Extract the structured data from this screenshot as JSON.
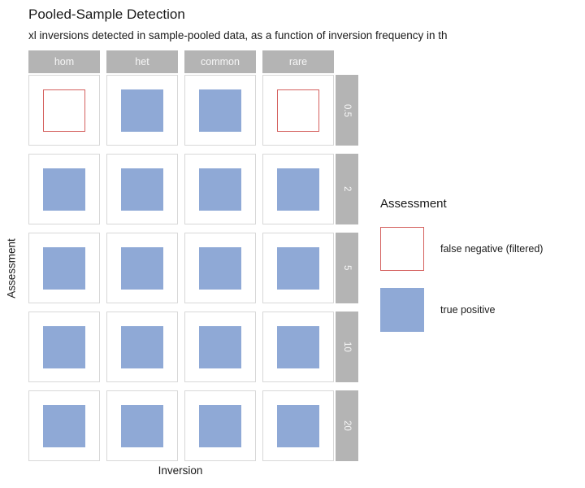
{
  "chart": {
    "title": "Pooled-Sample Detection",
    "subtitle": "xl inversions detected in sample-pooled data, as a function of inversion frequency in th",
    "xlabel": "Inversion",
    "ylabel": "Assessment"
  },
  "chart_data": {
    "type": "heatmap",
    "title": "Pooled-Sample Detection",
    "subtitle": "xl inversions detected in sample-pooled data, as a function of inversion frequency in th",
    "xlabel": "Inversion",
    "ylabel": "Assessment",
    "facet_columns": [
      "hom",
      "het",
      "common",
      "rare"
    ],
    "facet_rows": [
      "0.5",
      "2",
      "5",
      "10",
      "20"
    ],
    "cells": [
      [
        "false_negative",
        "true_positive",
        "true_positive",
        "false_negative"
      ],
      [
        "true_positive",
        "true_positive",
        "true_positive",
        "true_positive"
      ],
      [
        "true_positive",
        "true_positive",
        "true_positive",
        "true_positive"
      ],
      [
        "true_positive",
        "true_positive",
        "true_positive",
        "true_positive"
      ],
      [
        "true_positive",
        "true_positive",
        "true_positive",
        "true_positive"
      ]
    ],
    "legend": {
      "title": "Assessment",
      "position": "right",
      "entries": [
        {
          "label": "false negative (filtered)",
          "type": "false_negative",
          "fill": "#ffffff",
          "stroke": "#d4605e"
        },
        {
          "label": "true positive",
          "type": "true_positive",
          "fill": "#8fa9d6",
          "stroke": "#8fa9d6"
        }
      ]
    },
    "colors": {
      "true_positive_fill": "#8fa9d6",
      "false_negative_stroke": "#d4605e",
      "strip_background": "#b4b4b4",
      "strip_text": "#f7f7f7",
      "panel_border": "#d8d8d8"
    },
    "grid": "off"
  }
}
